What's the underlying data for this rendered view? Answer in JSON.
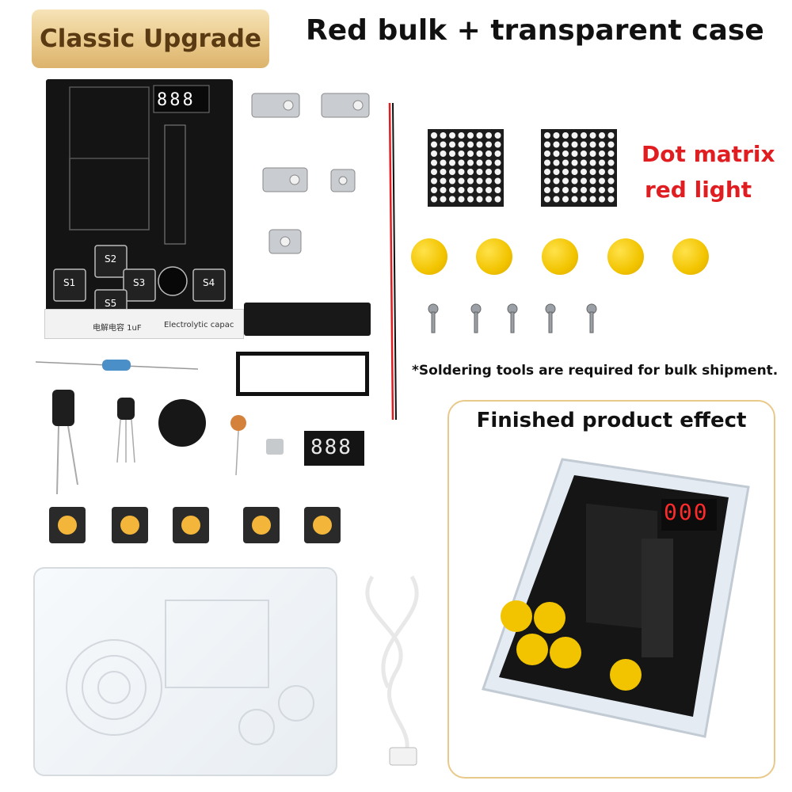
{
  "header": {
    "badge": "Classic Upgrade",
    "headline": "Red bulk + transparent case"
  },
  "labels": {
    "dot_matrix_line1": "Dot matrix",
    "dot_matrix_line2": "red light",
    "soldering_note": "*Soldering tools are required for bulk shipment.",
    "finished_title": "Finished product effect"
  },
  "pcb": {
    "digits": "888",
    "buttons": [
      "S1",
      "S2",
      "S3",
      "S4",
      "S5"
    ],
    "paper_text_left": "电解电容 1uF",
    "paper_text_right": "Electrolytic capac"
  },
  "display_module": {
    "digits": "888"
  },
  "finished_display": {
    "digits": "000"
  },
  "colors": {
    "badge_gold": "#e9c98a",
    "badge_text": "#5a3a12",
    "accent_red": "#e01e22",
    "button_yellow": "#f2c400",
    "pcb_black": "#141414"
  }
}
